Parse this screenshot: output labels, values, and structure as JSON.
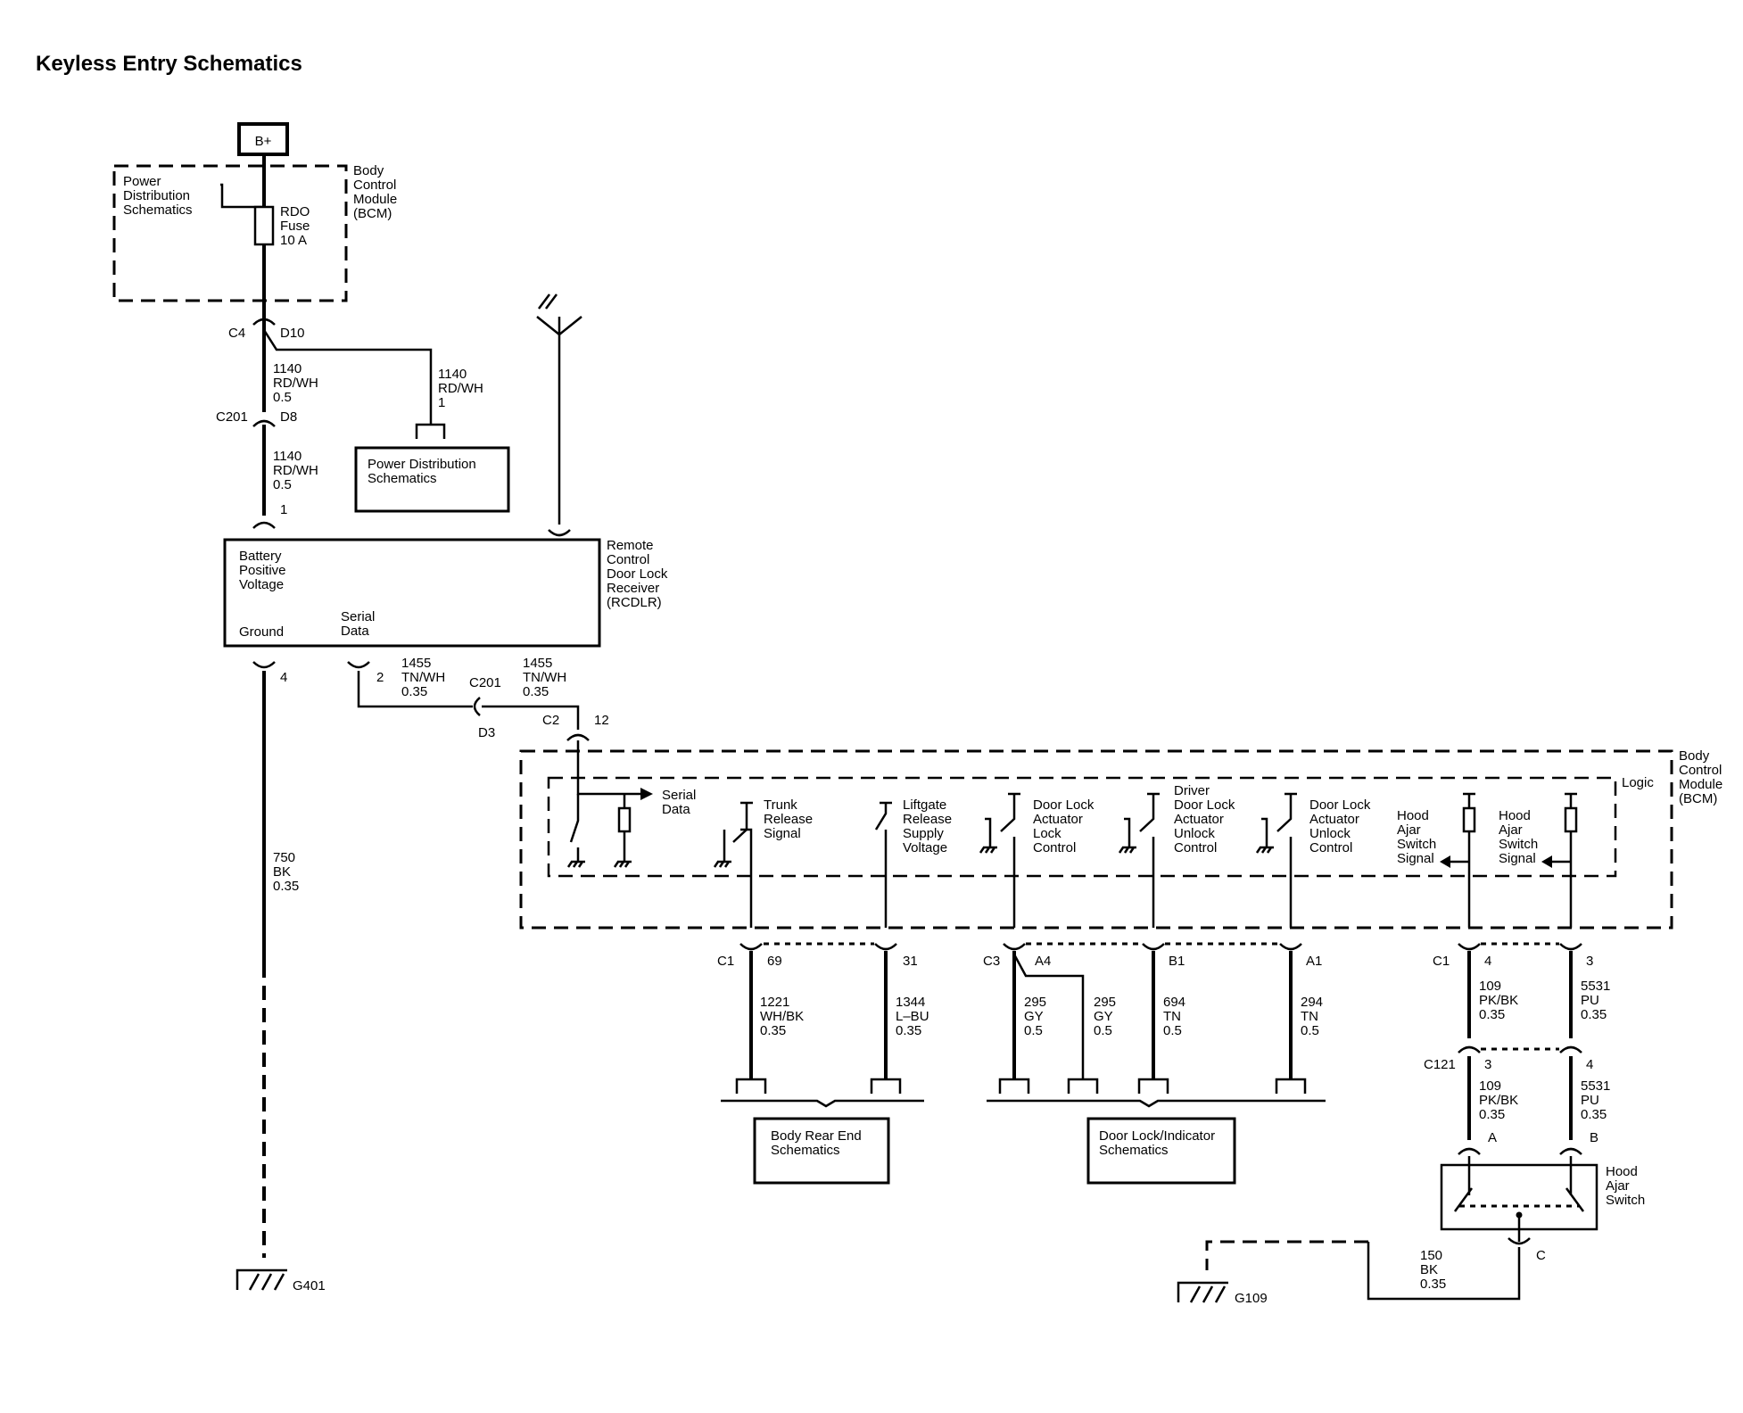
{
  "title": "Keyless Entry Schematics",
  "power": {
    "bplus": "B+",
    "pds_ref": [
      "Power",
      "Distribution",
      "Schematics"
    ],
    "bcm_label": [
      "Body",
      "Control",
      "Module",
      "(BCM)"
    ],
    "fuse": [
      "RDO",
      "Fuse",
      "10 A"
    ],
    "c4": "C4",
    "d10": "D10",
    "wire_a": [
      "1140",
      "RD/WH",
      "0.5"
    ],
    "wire_b": [
      "1140",
      "RD/WH",
      "1"
    ],
    "c201": "C201",
    "d8": "D8",
    "wire_c": [
      "1140",
      "RD/WH",
      "0.5"
    ],
    "pin1": "1",
    "pds_box": [
      "Power Distribution",
      "Schematics"
    ]
  },
  "rcdlr": {
    "label": [
      "Remote",
      "Control",
      "Door Lock",
      "Receiver",
      "(RCDLR)"
    ],
    "bpv": [
      "Battery",
      "Positive",
      "Voltage"
    ],
    "ground": "Ground",
    "serial": [
      "Serial",
      "Data"
    ],
    "pin4": "4",
    "pin2": "2",
    "serial_wire1": [
      "1455",
      "TN/WH",
      "0.35"
    ],
    "c201": "C201",
    "d3": "D3",
    "serial_wire2": [
      "1455",
      "TN/WH",
      "0.35"
    ],
    "c2": "C2",
    "pin12": "12",
    "gnd_wire": [
      "750",
      "BK",
      "0.35"
    ],
    "g401": "G401"
  },
  "bcm": {
    "label": [
      "Body",
      "Control",
      "Module",
      "(BCM)"
    ],
    "logic": "Logic",
    "serial": [
      "Serial",
      "Data"
    ],
    "trunk": [
      "Trunk",
      "Release",
      "Signal"
    ],
    "liftgate": [
      "Liftgate",
      "Release",
      "Supply",
      "Voltage"
    ],
    "lock": [
      "Door Lock",
      "Actuator",
      "Lock",
      "Control"
    ],
    "driver_unlock": [
      "Driver",
      "Door Lock",
      "Actuator",
      "Unlock",
      "Control"
    ],
    "unlock": [
      "Door Lock",
      "Actuator",
      "Unlock",
      "Control"
    ],
    "hood1": [
      "Hood",
      "Ajar",
      "Switch",
      "Signal"
    ],
    "hood2": [
      "Hood",
      "Ajar",
      "Switch",
      "Signal"
    ]
  },
  "pins": {
    "c1_left": "C1",
    "p69": "69",
    "p31": "31",
    "c3": "C3",
    "a4": "A4",
    "b1": "B1",
    "a1": "A1",
    "c1_right": "C1",
    "p4": "4",
    "p3": "3"
  },
  "wires": {
    "w1221": [
      "1221",
      "WH/BK",
      "0.35"
    ],
    "w1344": [
      "1344",
      "L–BU",
      "0.35"
    ],
    "w295a": [
      "295",
      "GY",
      "0.5"
    ],
    "w295b": [
      "295",
      "GY",
      "0.5"
    ],
    "w694": [
      "694",
      "TN",
      "0.5"
    ],
    "w294": [
      "294",
      "TN",
      "0.5"
    ],
    "w109a": [
      "109",
      "PK/BK",
      "0.35"
    ],
    "w5531a": [
      "5531",
      "PU",
      "0.35"
    ],
    "c121": "C121",
    "p3b": "3",
    "p4b": "4",
    "w109b": [
      "109",
      "PK/BK",
      "0.35"
    ],
    "w5531b": [
      "5531",
      "PU",
      "0.35"
    ],
    "pa": "A",
    "pb": "B"
  },
  "refs": {
    "body_rear": [
      "Body Rear End",
      "Schematics"
    ],
    "door_lock": [
      "Door Lock/Indicator",
      "Schematics"
    ]
  },
  "hood_switch": {
    "label": [
      "Hood",
      "Ajar",
      "Switch"
    ],
    "pc": "C",
    "gnd_wire": [
      "150",
      "BK",
      "0.35"
    ],
    "g109": "G109"
  }
}
